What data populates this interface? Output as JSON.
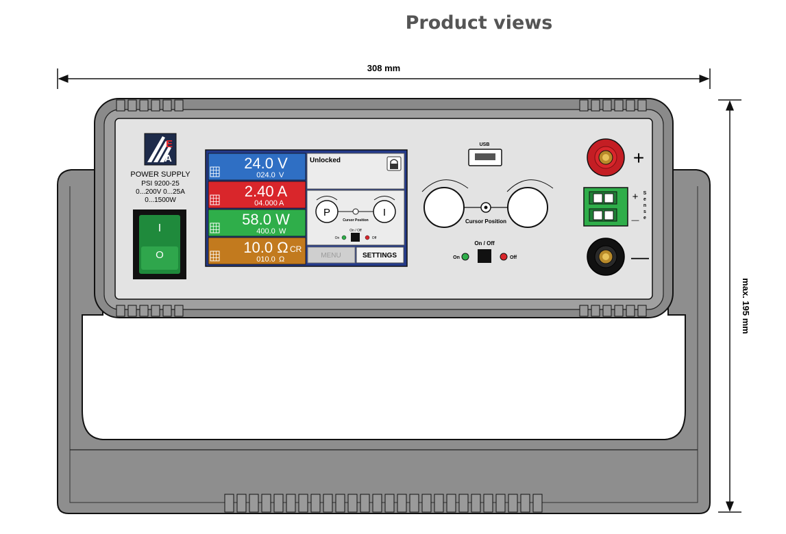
{
  "title": "Product views",
  "dimensions": {
    "width": "308 mm",
    "height": "max. 195 mm"
  },
  "device": {
    "label_line1": "POWER SUPPLY",
    "label_line2": "PSI 9200-25",
    "label_line3": "0...200V 0...25A",
    "label_line4": "0...1500W",
    "switch_on": "I",
    "switch_off": "O",
    "usb_label": "USB",
    "knob_caption": "Cursor Position",
    "onoff_label": "On / Off",
    "on_label": "On",
    "off_label": "Off",
    "plus": "+",
    "minus": "—",
    "sense_plus": "+",
    "sense_minus": "—",
    "sense_letters": [
      "S",
      "e",
      "n",
      "s",
      "e"
    ]
  },
  "display": {
    "rows": [
      {
        "value": "24.0 V",
        "set": "024.0",
        "unit": "V",
        "suffix": "",
        "color": "#2f6fc4"
      },
      {
        "value": "2.40 A",
        "set": "04.000",
        "unit": "A",
        "suffix": "",
        "color": "#d9262b"
      },
      {
        "value": "58.0 W",
        "set": "400.0",
        "unit": "W",
        "suffix": "",
        "color": "#2fae4a"
      },
      {
        "value": "10.0 Ω",
        "set": "010.0",
        "unit": "Ω",
        "suffix": "CR",
        "color": "#c27a1e"
      }
    ],
    "status": "Unlocked",
    "knob_left": "P",
    "knob_right": "I",
    "cursor_label": "Cursor Position",
    "onoff": "On / Off",
    "on": "On",
    "off": "Off",
    "menu_button": "MENU",
    "settings_button": "SETTINGS"
  }
}
